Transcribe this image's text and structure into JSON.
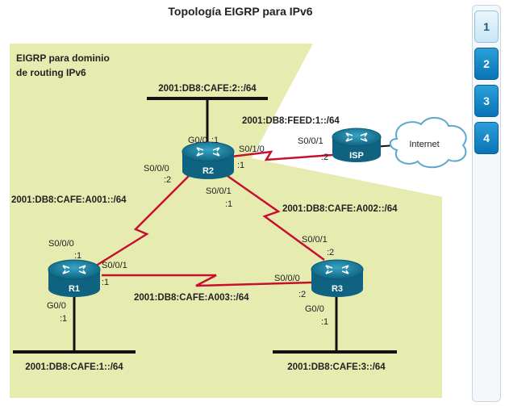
{
  "title": "Topología EIGRP para IPv6",
  "domain_label": [
    "EIGRP para dominio",
    "de routing IPv6"
  ],
  "routers": {
    "r1": "R1",
    "r2": "R2",
    "r3": "R3",
    "isp": "ISP"
  },
  "cloud": "Internet",
  "networks": {
    "r2_lan": "2001:DB8:CAFE:2::/64",
    "r1_lan": "2001:DB8:CAFE:1::/64",
    "r3_lan": "2001:DB8:CAFE:3::/64",
    "isp_link": "2001:DB8:FEED:1::/64",
    "r1_r2": "2001:DB8:CAFE:A001::/64",
    "r2_r3": "2001:DB8:CAFE:A002::/64",
    "r1_r3": "2001:DB8:CAFE:A003::/64"
  },
  "interfaces": {
    "r2_g00": "G0/0",
    "r2_g00_host": ":1",
    "r2_s010": "S0/1/0",
    "r2_s010_host": ":1",
    "isp_s001": "S0/0/1",
    "isp_s001_host": ":2",
    "r2_s000": "S0/0/0",
    "r2_s000_host": ":2",
    "r2_s001": "S0/0/1",
    "r2_s001_host": ":1",
    "r1_s000": "S0/0/0",
    "r1_s000_host": ":1",
    "r1_s001": "S0/0/1",
    "r1_s001_host": ":1",
    "r1_g00": "G0/0",
    "r1_g00_host": ":1",
    "r3_s001": "S0/0/1",
    "r3_s001_host": ":2",
    "r3_s000": "S0/0/0",
    "r3_s000_host": ":2",
    "r3_g00": "G0/0",
    "r3_g00_host": ":1"
  },
  "nav": [
    {
      "label": "1",
      "active": true
    },
    {
      "label": "2",
      "active": false
    },
    {
      "label": "3",
      "active": false
    },
    {
      "label": "4",
      "active": false
    }
  ],
  "colors": {
    "domain_fill": "#e6ecb0",
    "serial_link": "#c8102e",
    "router_body": "#1b7e9e",
    "nav_blue": "#0a74b6"
  }
}
